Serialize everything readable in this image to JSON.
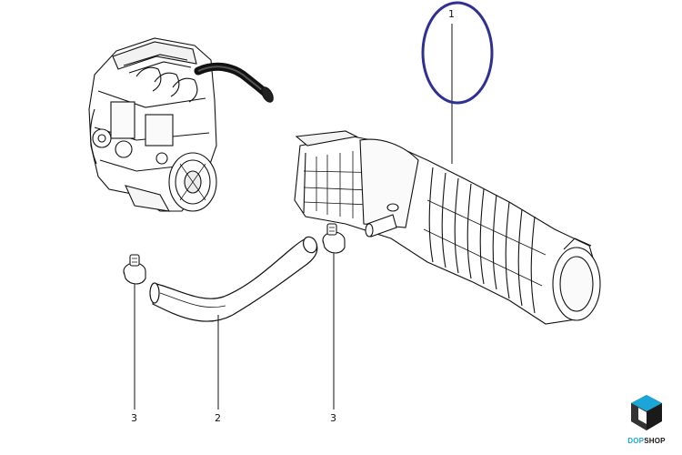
{
  "callouts": [
    {
      "id": "c1",
      "label": "1"
    },
    {
      "id": "c2",
      "label": "2"
    },
    {
      "id": "c3a",
      "label": "3"
    },
    {
      "id": "c3b",
      "label": "3"
    }
  ],
  "logo": {
    "accent_part": "DOP",
    "rest_part": "SHOP"
  },
  "colors": {
    "line": "#111111",
    "highlight_ring": "#2e3192",
    "logo_accent": "#1aa7d8",
    "logo_dark": "#1a1a1a"
  },
  "icons": {
    "logo_mark": "cube-icon"
  }
}
